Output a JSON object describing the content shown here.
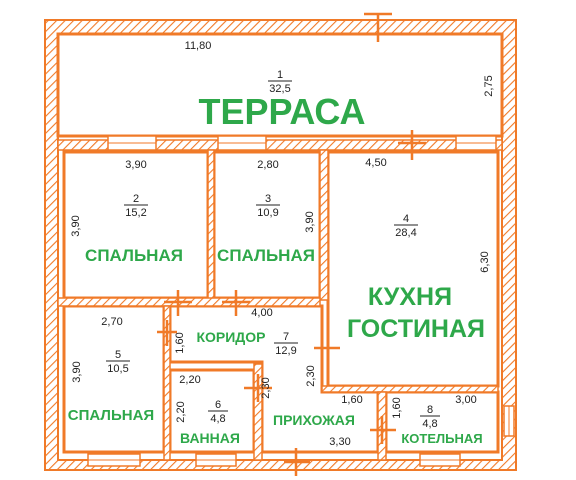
{
  "colors": {
    "wall": "#f07a28",
    "hatch": "#f07a28",
    "label": "#2ea84a",
    "text": "#222222"
  },
  "rooms": {
    "r1": {
      "num": "1",
      "area": "32,5",
      "name": "ТЕРРАСА",
      "width": "11,80",
      "depth": "2,75"
    },
    "r2": {
      "num": "2",
      "area": "15,2",
      "name": "СПАЛЬНАЯ",
      "width": "3,90",
      "depth": "3,90"
    },
    "r3": {
      "num": "3",
      "area": "10,9",
      "name": "СПАЛЬНАЯ",
      "width": "2,80",
      "depth": "3,90"
    },
    "r4": {
      "num": "4",
      "area": "28,4",
      "name_line1": "КУХНЯ",
      "name_line2": "ГОСТИНАЯ",
      "width": "4,50",
      "depth": "6,30"
    },
    "r5": {
      "num": "5",
      "area": "10,5",
      "name": "СПАЛЬНАЯ",
      "width": "2,70",
      "depth": "3,90"
    },
    "r6": {
      "num": "6",
      "area": "4,8",
      "name": "ВАННАЯ",
      "width": "2,20",
      "depth": "2,20"
    },
    "r7": {
      "num": "7",
      "area": "12,9",
      "name": "КОРИДОР",
      "name2": "ПРИХОЖАЯ",
      "width_top": "4,00",
      "width_bottom": "3,30",
      "depth_left": "1,60",
      "depth_mid": "2,30",
      "depth_right": "2,30"
    },
    "r8": {
      "num": "8",
      "area": "4,8",
      "name": "КОТЕЛЬНАЯ",
      "width": "3,00",
      "depth": "1,60",
      "width2": "1,60"
    }
  }
}
